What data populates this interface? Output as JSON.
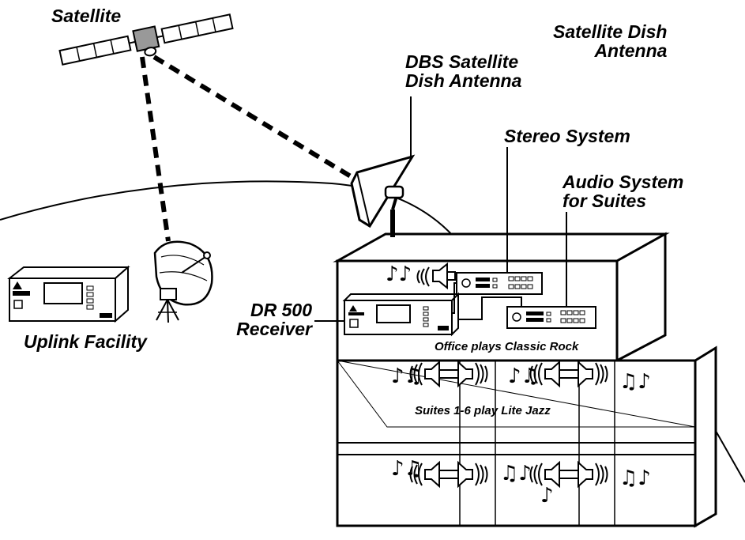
{
  "labels": {
    "satellite": "Satellite",
    "satellite_dish_antenna_line1": "Satellite Dish",
    "satellite_dish_antenna_line2": "Antenna",
    "dbs_line1": "DBS Satellite",
    "dbs_line2": "Dish Antenna",
    "stereo_system": "Stereo System",
    "audio_system_line1": "Audio System",
    "audio_system_line2": "for Suites",
    "dr500_line1": "DR 500",
    "dr500_line2": "Receiver",
    "uplink_facility": "Uplink Facility",
    "office": "Office plays Classic Rock",
    "suites": "Suites 1-6 play Lite Jazz"
  },
  "icons": [
    "satellite-icon",
    "uplink-dish-icon",
    "dbs-dish-icon",
    "receiver-icon",
    "stereo-icon",
    "speaker-icon",
    "music-note-icon",
    "building-icon"
  ]
}
